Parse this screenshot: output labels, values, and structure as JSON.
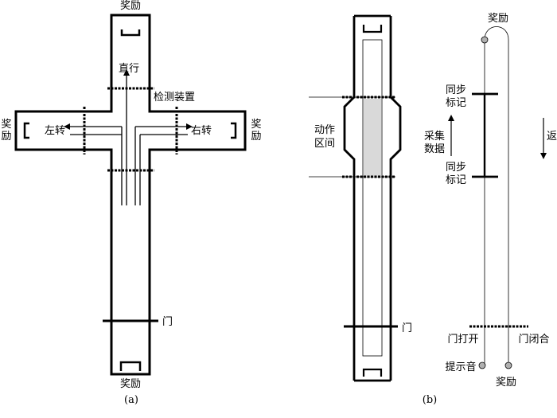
{
  "panel_a": {
    "reward_top": "奖励",
    "reward_left": [
      "奖",
      "励"
    ],
    "reward_right": [
      "奖",
      "励"
    ],
    "reward_bottom": "奖励",
    "straight": "直行",
    "detector": "检测装置",
    "turn_left": "左转",
    "turn_right": "右转",
    "door": "门",
    "caption": "(a)"
  },
  "panel_b": {
    "action_zone": [
      "动作",
      "区间"
    ],
    "door": "门",
    "caption": "(b)",
    "timeline": {
      "reward_top": "奖励",
      "sync_top": [
        "同步",
        "标记"
      ],
      "collect": [
        "采集",
        "数据"
      ],
      "sync_bottom": [
        "同步",
        "标记"
      ],
      "return": "返",
      "door_open": "门打开",
      "door_close": "门闭合",
      "cue_tone": "提示音",
      "reward_bottom": "奖励"
    }
  }
}
